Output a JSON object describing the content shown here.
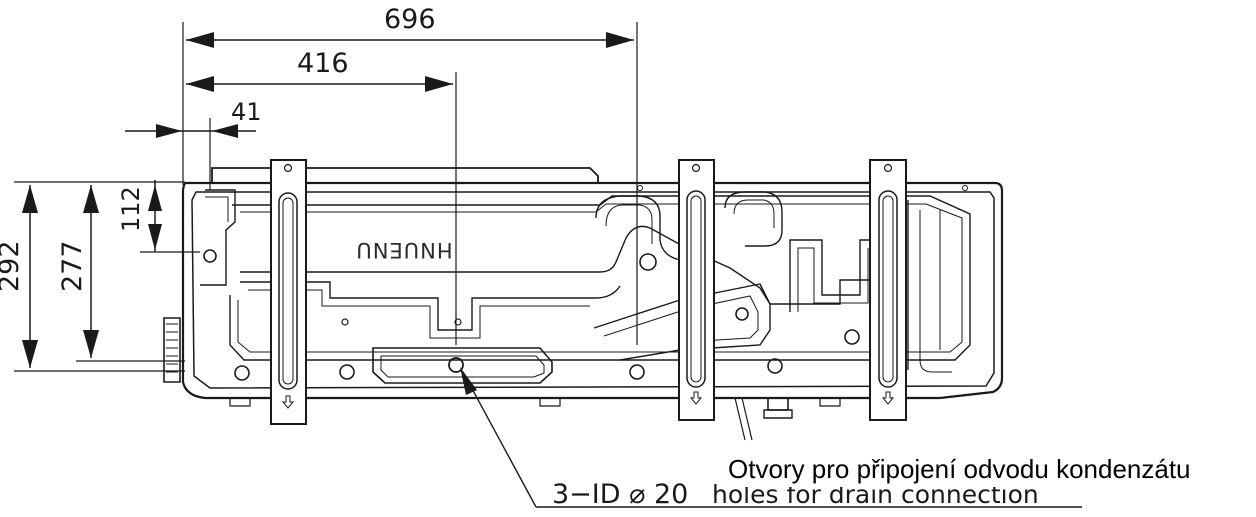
{
  "dimensions": {
    "width_total": "696",
    "width_mid": "416",
    "width_small": "41",
    "height_total": "292",
    "height_mid": "277",
    "height_small": "112"
  },
  "brand_label": "HNUENU",
  "drain_note": {
    "spec": "3−ID ⌀ 20",
    "original_text": "holes for drain connection",
    "overlay_text": "Otvory pro připojení odvodu kondenzátu"
  }
}
